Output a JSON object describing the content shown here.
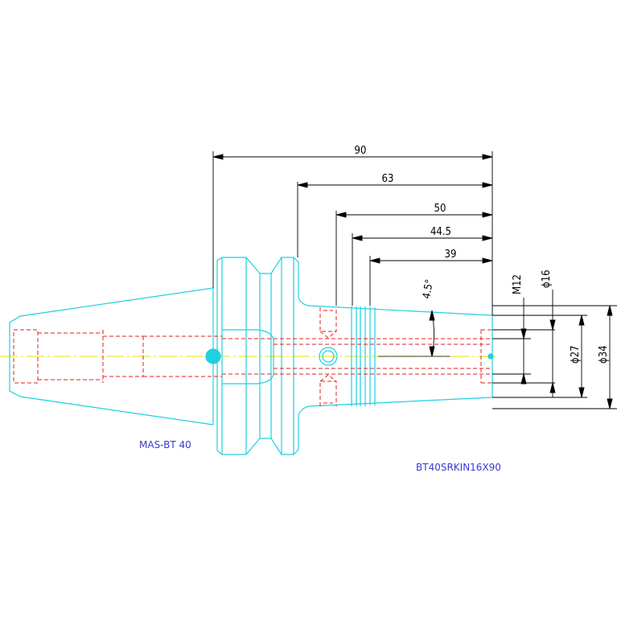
{
  "drawing": {
    "colors": {
      "outline": "#1fd0e0",
      "hidden": "#e02020",
      "centerline": "#e8e000",
      "dimension": "#000000",
      "label": "#3a3ad0"
    },
    "dimensions": {
      "overall_length": "90",
      "length_63": "63",
      "length_50": "50",
      "length_44_5": "44.5",
      "length_39": "39",
      "taper_angle": "4.5°",
      "thread": "M12",
      "dia_16": "ϕ16",
      "dia_27": "ϕ27",
      "dia_34": "ϕ34"
    },
    "labels": {
      "shank_standard": "MAS-BT 40",
      "part_number": "BT40SRKIN16X90"
    }
  }
}
